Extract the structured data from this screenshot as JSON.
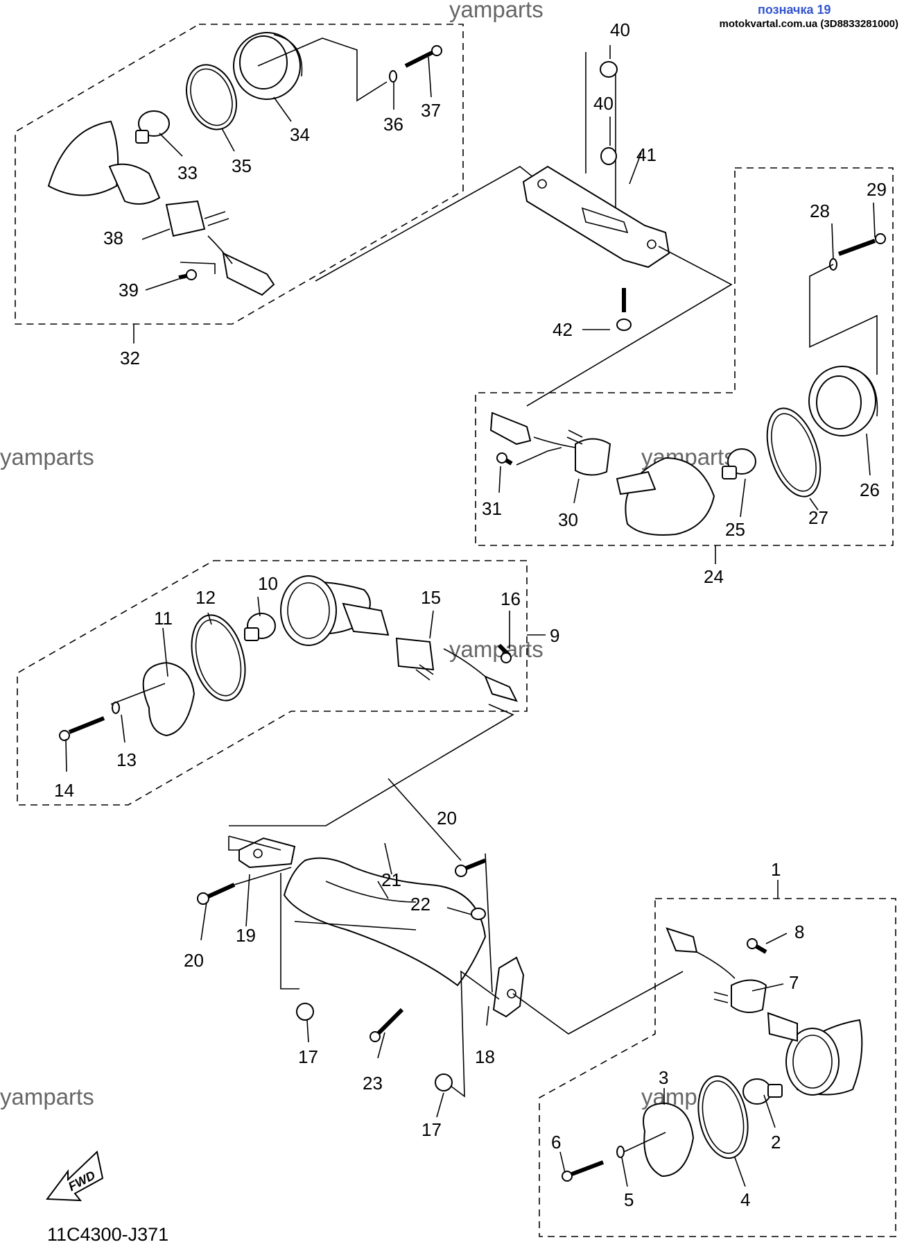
{
  "header": {
    "link_label": "позначка 19",
    "source_label": "motokvartal.com.ua (3D8833281000)"
  },
  "watermark": "yamparts",
  "diagram_code": "11C4300-J371",
  "fwd_label": "FWD",
  "callouts": {
    "c1": "1",
    "c2": "2",
    "c3": "3",
    "c4": "4",
    "c5": "5",
    "c6": "6",
    "c7": "7",
    "c8": "8",
    "c9": "9",
    "c10": "10",
    "c11": "11",
    "c12": "12",
    "c13": "13",
    "c14": "14",
    "c15": "15",
    "c16": "16",
    "c17a": "17",
    "c17b": "17",
    "c18": "18",
    "c19": "19",
    "c20a": "20",
    "c20b": "20",
    "c21": "21",
    "c22": "22",
    "c23": "23",
    "c24": "24",
    "c25": "25",
    "c26": "26",
    "c27": "27",
    "c28": "28",
    "c29": "29",
    "c30": "30",
    "c31": "31",
    "c32": "32",
    "c33": "33",
    "c34": "34",
    "c35": "35",
    "c36": "36",
    "c37": "37",
    "c38": "38",
    "c39": "39",
    "c40a": "40",
    "c40b": "40",
    "c41": "41",
    "c42": "42"
  }
}
